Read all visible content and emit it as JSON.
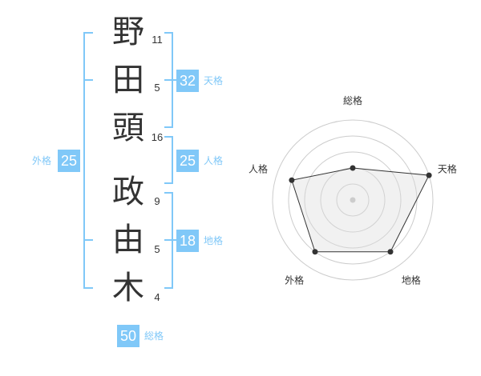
{
  "name": {
    "chars": [
      "野",
      "田",
      "頭",
      "政",
      "由",
      "木"
    ],
    "strokes": [
      "11",
      "5",
      "16",
      "9",
      "5",
      "4"
    ]
  },
  "kaku": {
    "tenkaku": {
      "label": "天格",
      "value": "32"
    },
    "jinkaku": {
      "label": "人格",
      "value": "25"
    },
    "chikaku": {
      "label": "地格",
      "value": "18"
    },
    "gaikaku": {
      "label": "外格",
      "value": "25"
    },
    "soukaku": {
      "label": "総格",
      "value": "50"
    }
  },
  "colors": {
    "accent": "#80c8f8",
    "text": "#333333"
  },
  "chart_data": {
    "type": "radar",
    "axes": [
      "総格",
      "天格",
      "地格",
      "外格",
      "人格"
    ],
    "values": [
      2,
      5,
      4,
      4,
      4
    ],
    "range": [
      0,
      5
    ]
  }
}
